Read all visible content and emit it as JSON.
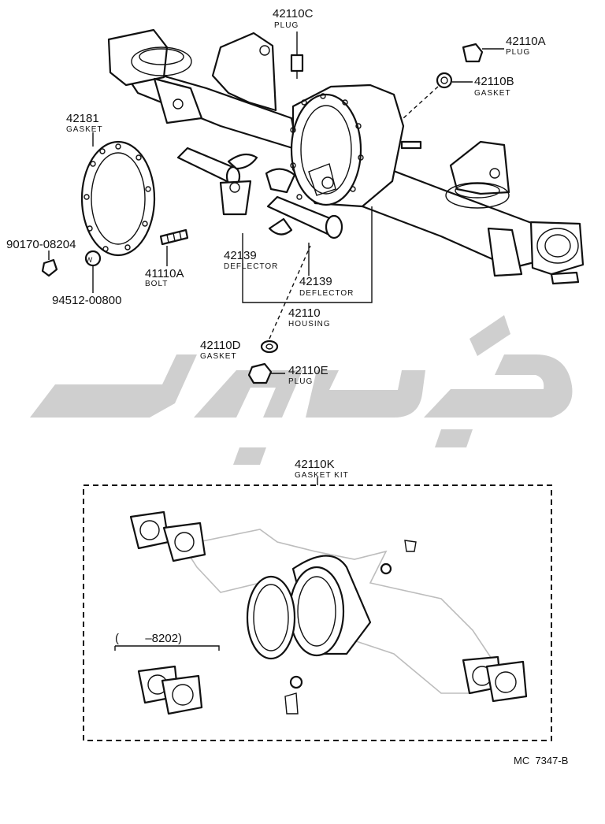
{
  "labels": {
    "l42110C": {
      "part": "42110C",
      "desc": "PLUG"
    },
    "l42110A": {
      "part": "42110A",
      "desc": "PLUG"
    },
    "l42110B": {
      "part": "42110B",
      "desc": "GASKET"
    },
    "l42181": {
      "part": "42181",
      "desc": "GASKET"
    },
    "l90170": {
      "part": "90170-08204"
    },
    "l94512": {
      "part": "94512-00800"
    },
    "l41110A": {
      "part": "41110A",
      "desc": "BOLT"
    },
    "l42139a": {
      "part": "42139",
      "desc": "DEFLECTOR"
    },
    "l42139b": {
      "part": "42139",
      "desc": "DEFLECTOR"
    },
    "l42110": {
      "part": "42110",
      "desc": "HOUSING"
    },
    "l42110D": {
      "part": "42110D",
      "desc": "GASKET"
    },
    "l42110E": {
      "part": "42110E",
      "desc": "PLUG"
    },
    "l42110K": {
      "part": "42110K",
      "desc": "GASKET KIT"
    }
  },
  "washer_mark": "W",
  "range_note": "(        –8202)",
  "diagram_code": "MC  7347-B"
}
